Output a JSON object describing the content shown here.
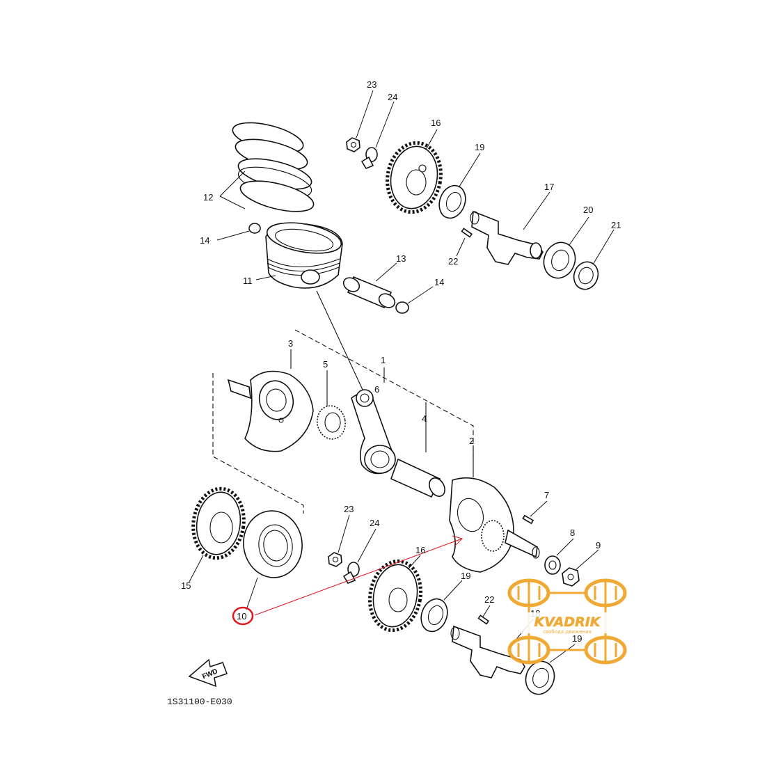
{
  "diagram": {
    "code": "1S31100-E030",
    "fwd_label": "FWD",
    "highlighted_part": "10",
    "callouts": {
      "p1": "1",
      "p2": "2",
      "p3": "3",
      "p4": "4",
      "p5": "5",
      "p6": "6",
      "p7": "7",
      "p8": "8",
      "p9": "9",
      "p10": "10",
      "p11": "11",
      "p12": "12",
      "p13": "13",
      "p14a": "14",
      "p14b": "14",
      "p15": "15",
      "p16a": "16",
      "p16b": "16",
      "p17": "17",
      "p18": "18",
      "p19a": "19",
      "p19b": "19",
      "p20": "20",
      "p21": "21",
      "p22a": "22",
      "p22b": "22",
      "p23a": "23",
      "p23b": "23",
      "p24a": "24",
      "p24b": "24"
    }
  },
  "watermark": {
    "brand": "KVADRIK",
    "tagline": "свобода движения",
    "color": "#f0a52a"
  },
  "colors": {
    "highlight": "#e0161e",
    "line": "#111111"
  }
}
